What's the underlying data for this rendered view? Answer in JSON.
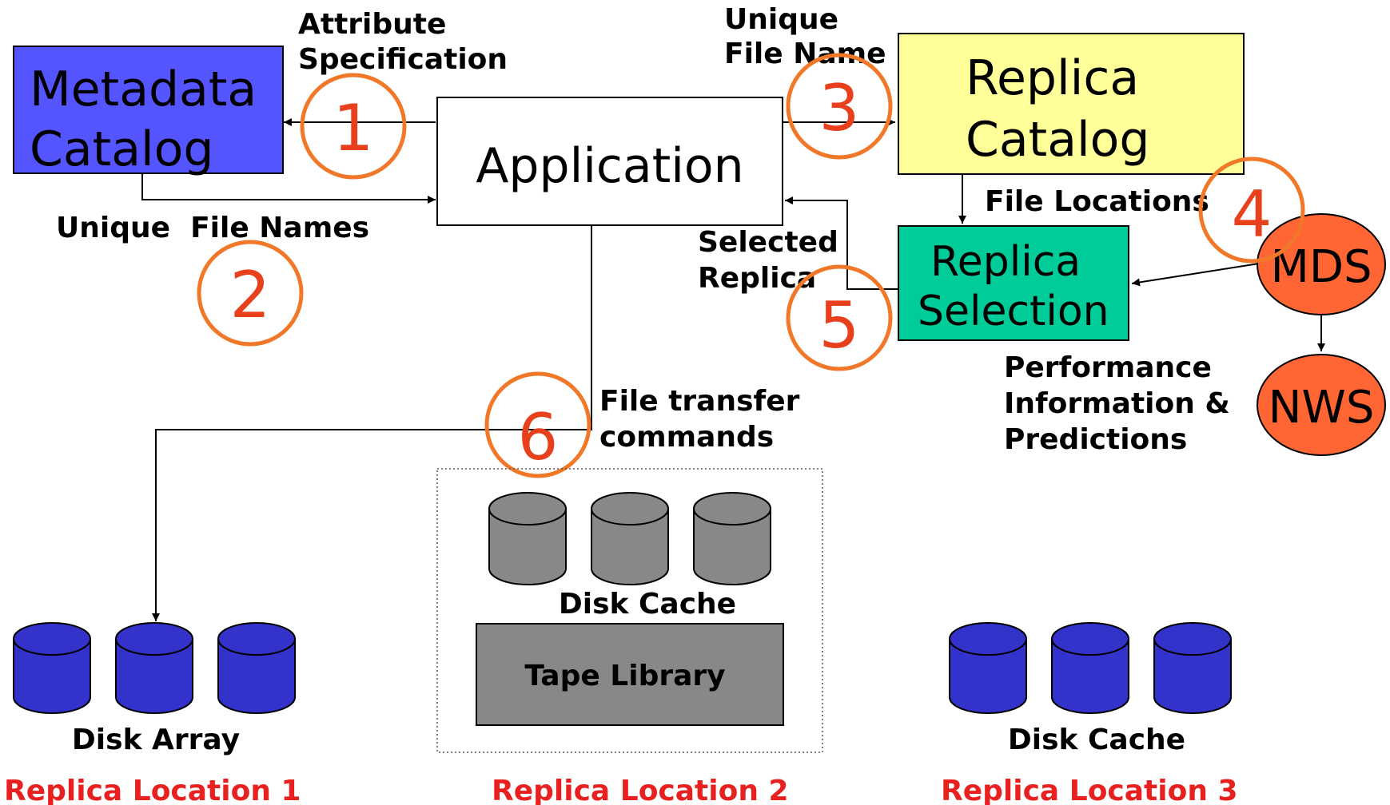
{
  "boxes": {
    "metadata_catalog": [
      "Metadata",
      "Catalog"
    ],
    "application": "Application",
    "replica_catalog": [
      "Replica",
      "Catalog"
    ],
    "replica_selection": [
      "Replica",
      "Selection"
    ],
    "mds": "MDS",
    "nws": "NWS",
    "tape_library": "Tape Library"
  },
  "labels": {
    "attribute_spec": [
      "Attribute",
      "Specification"
    ],
    "unique_file_names": "Unique  File Names",
    "unique_file_name": [
      "Unique",
      "File Name"
    ],
    "file_locations": "File Locations",
    "selected_replica": [
      "Selected",
      "Replica"
    ],
    "performance_info": [
      "Performance",
      "Information &",
      "Predictions"
    ],
    "file_transfer": [
      "File transfer",
      "commands"
    ],
    "disk_cache_center": "Disk Cache",
    "disk_array": "Disk Array",
    "disk_cache_right": "Disk Cache"
  },
  "steps": [
    "1",
    "2",
    "3",
    "4",
    "5",
    "6"
  ],
  "locations": [
    "Replica Location 1",
    "Replica Location 2",
    "Replica Location 3"
  ],
  "colors": {
    "metadata_catalog": "#5555ff",
    "replica_catalog": "#ffff99",
    "replica_selection": "#00cc99",
    "mds_nws": "#ff6633",
    "step_circle": "#f07828",
    "step_number": "#e8401c",
    "disk_blue": "#3333cc",
    "disk_gray": "#888888",
    "tape_library": "#888888",
    "location_text": "#e82020"
  }
}
